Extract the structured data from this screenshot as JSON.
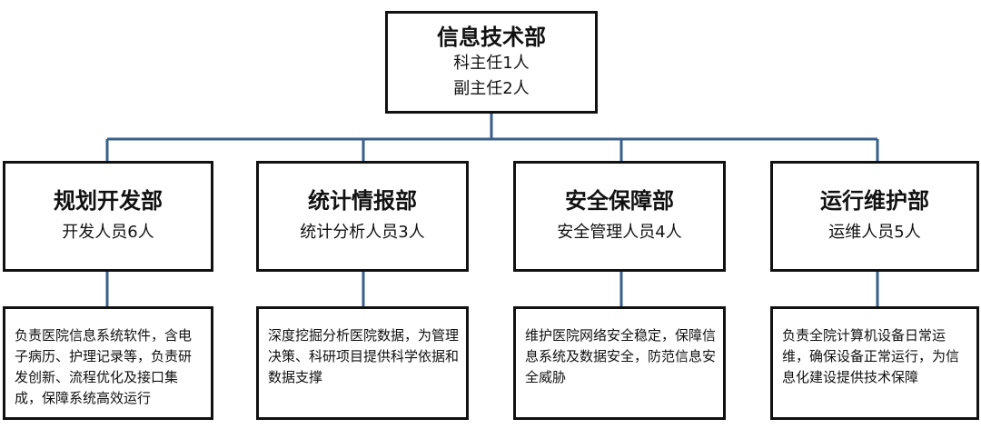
{
  "colors": {
    "connector": "#3a5f8a",
    "border": "#111111"
  },
  "root": {
    "title": "信息技术部",
    "lines": [
      "科主任1人",
      "副主任2人"
    ]
  },
  "departments": [
    {
      "title": "规划开发部",
      "staff": "开发人员6人",
      "description": "负责医院信息系统软件，含电子病历、护理记录等，负责研发创新、流程优化及接口集成，保障系统高效运行"
    },
    {
      "title": "统计情报部",
      "staff": "统计分析人员3人",
      "description": "深度挖掘分析医院数据，为管理决策、科研项目提供科学依据和数据支撑"
    },
    {
      "title": "安全保障部",
      "staff": "安全管理人员4人",
      "description": "维护医院网络安全稳定，保障信息系统及数据安全，防范信息安全威胁"
    },
    {
      "title": "运行维护部",
      "staff": "运维人员5人",
      "description": "负责全院计算机设备日常运维，确保设备正常运行，为信息化建设提供技术保障"
    }
  ]
}
